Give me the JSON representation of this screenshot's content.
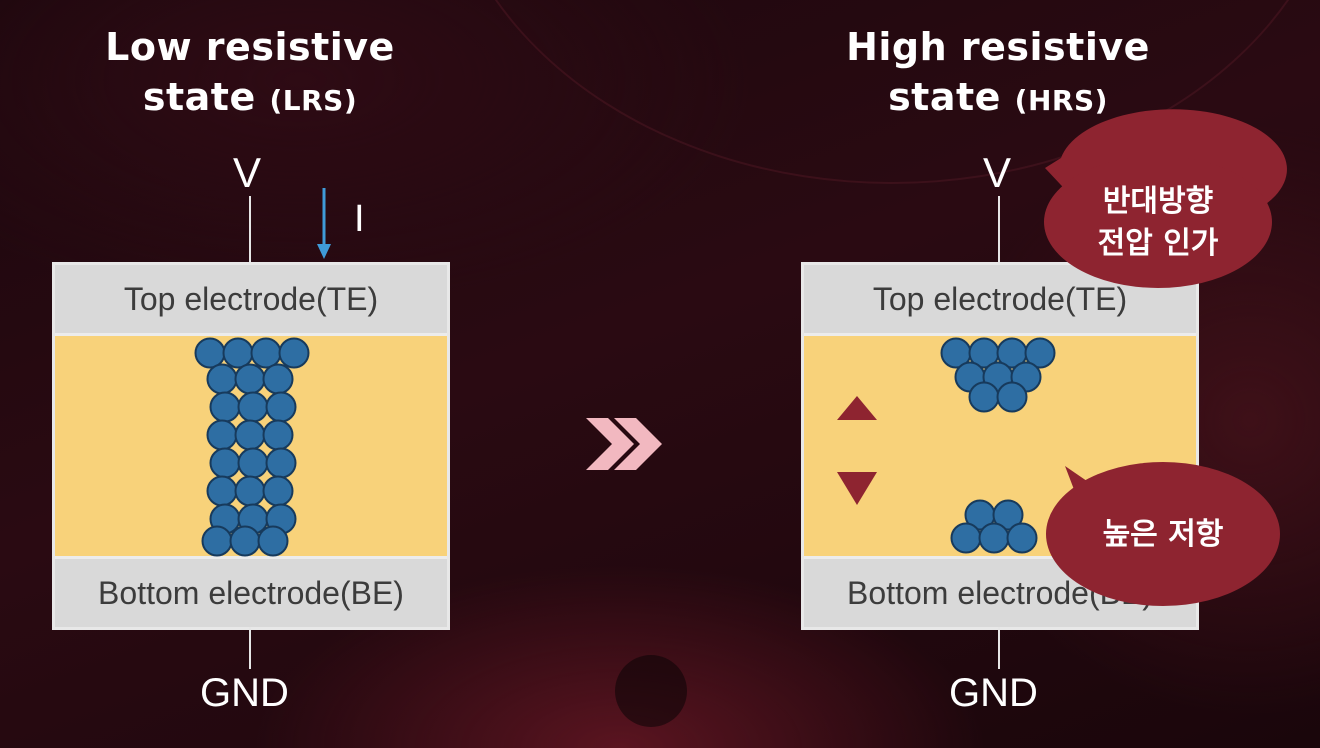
{
  "left": {
    "title_line1": "Low resistive",
    "title_line2": "state",
    "title_abbr": "(LRS)",
    "voltage_label": "V",
    "current_label": "I",
    "top_electrode": "Top electrode(TE)",
    "bottom_electrode": "Bottom electrode(BE)",
    "ground_label": "GND"
  },
  "right": {
    "title_line1": "High resistive",
    "title_line2": "state",
    "title_abbr": "(HRS)",
    "voltage_label": "V",
    "top_electrode": "Top electrode(TE)",
    "bottom_electrode": "Bottom electrode(BE)",
    "ground_label": "GND",
    "bubble_top_line1": "반대방향",
    "bubble_top_line2": "전압 인가",
    "bubble_bottom": "높은 저항"
  },
  "colors": {
    "filament": "#2e6ea3",
    "filament_stroke": "#173a5c",
    "switching_layer": "#f8d27a",
    "electrode": "#d9d9d9",
    "bubble": "#8e2430",
    "chevron": "#f2b8c0",
    "triangle": "#8e2430",
    "current_arrow": "#3f9bd8"
  },
  "icons": [
    "double-chevron-right-icon",
    "triangle-up-icon",
    "triangle-down-icon",
    "current-arrow-icon"
  ]
}
